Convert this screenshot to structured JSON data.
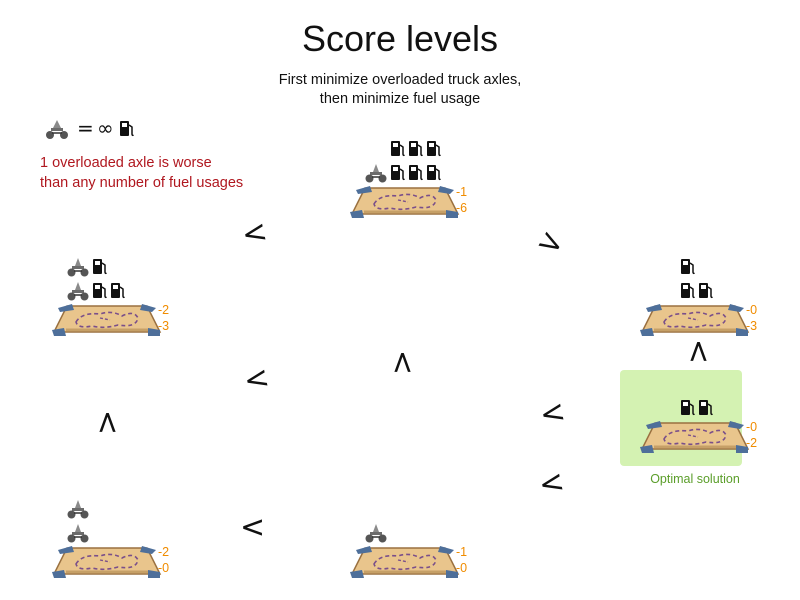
{
  "title": "Score levels",
  "subtitle_line1": "First minimize overloaded truck axles,",
  "subtitle_line2": "then minimize fuel usage",
  "equation": {
    "lhs_icon": "axle-weight-icon",
    "operator": "=",
    "infinity": "∞",
    "rhs_icon": "fuel-pump-icon"
  },
  "note_line1": "1 overloaded axle is worse",
  "note_line2": "than any number of fuel usages",
  "optimal_label": "Optimal solution",
  "solutions": [
    {
      "id": "top",
      "hard": "-1",
      "soft": "-6",
      "rows": [
        [
          0,
          3
        ],
        [
          1,
          3
        ]
      ]
    },
    {
      "id": "left-upper",
      "hard": "-2",
      "soft": "-3",
      "rows": [
        [
          1,
          1
        ],
        [
          1,
          2
        ]
      ]
    },
    {
      "id": "right-upper",
      "hard": "-0",
      "soft": "-3",
      "rows": [
        [
          0,
          1
        ],
        [
          0,
          2
        ]
      ]
    },
    {
      "id": "optimal",
      "hard": "-0",
      "soft": "-2",
      "rows": [
        [
          0,
          2
        ]
      ]
    },
    {
      "id": "left-lower",
      "hard": "-2",
      "soft": "-0",
      "rows": [
        [
          1,
          0
        ],
        [
          1,
          0
        ]
      ]
    },
    {
      "id": "mid-lower",
      "hard": "-1",
      "soft": "-0",
      "rows": [
        [
          1,
          0
        ]
      ]
    }
  ],
  "relations": [
    "<",
    "<",
    "<",
    "<",
    "<",
    "<",
    "<",
    "<",
    "<"
  ],
  "colors": {
    "title": "#111111",
    "note": "#b0171f",
    "score": "#f08c00",
    "optimal_bg": "#d4f2b2",
    "optimal_text": "#5b9e2a"
  }
}
